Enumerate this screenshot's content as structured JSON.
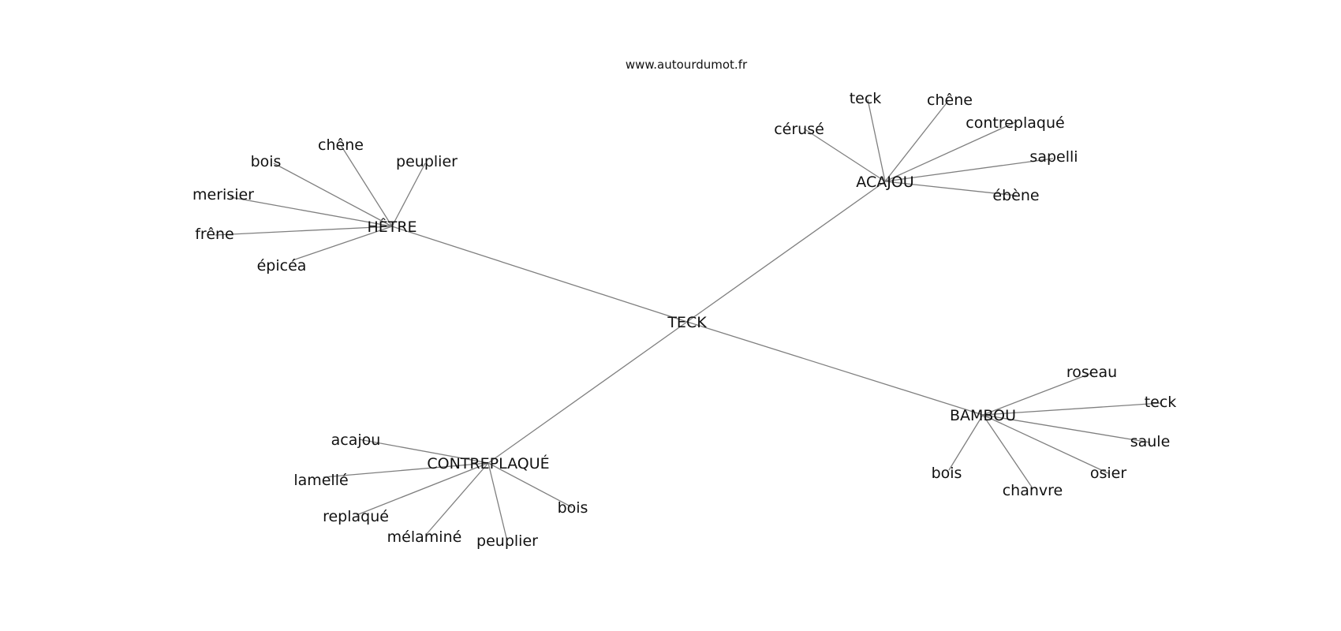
{
  "watermark": "www.autourdumot.fr",
  "colors": {
    "edge": "#7f7f7f",
    "text": "#111111",
    "background": "#ffffff"
  },
  "graph": {
    "center": "TECK",
    "branches": [
      {
        "label": "HÊTRE",
        "leaves": [
          "chêne",
          "bois",
          "peuplier",
          "merisier",
          "frêne",
          "épicéa"
        ]
      },
      {
        "label": "ACAJOU",
        "leaves": [
          "teck",
          "chêne",
          "cérusé",
          "contreplaqué",
          "sapelli",
          "ébène"
        ]
      },
      {
        "label": "BAMBOU",
        "leaves": [
          "roseau",
          "teck",
          "saule",
          "osier",
          "chanvre",
          "bois"
        ]
      },
      {
        "label": "CONTREPLAQUÉ",
        "leaves": [
          "acajou",
          "lamellé",
          "replaqué",
          "mélaminé",
          "peuplier",
          "bois"
        ]
      }
    ]
  }
}
